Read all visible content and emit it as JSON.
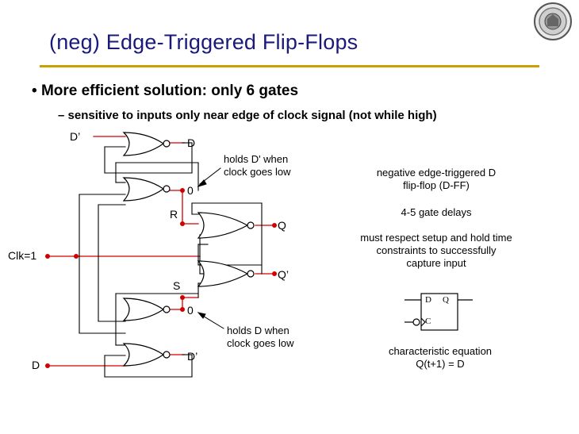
{
  "slide": {
    "title": "(neg) Edge-Triggered Flip-Flops",
    "bullet": "More efficient solution: only 6 gates",
    "sub_bullet": "sensitive to inputs only near edge of clock signal (not while high)"
  },
  "circuit": {
    "labels": {
      "d_prime_top": "D’",
      "d_top_out": "D",
      "zero_top": "0",
      "r": "R",
      "q": "Q",
      "clk": "Clk=1",
      "q_prime": "Q’",
      "s": "S",
      "zero_bottom": "0",
      "d_in": "D",
      "d_prime_bottom": "D’"
    },
    "annotations": {
      "holds_top": [
        "holds D' when",
        "clock goes low"
      ],
      "holds_bottom": [
        "holds D when",
        "clock goes low"
      ]
    }
  },
  "notes": {
    "description": [
      "negative edge-triggered D",
      "flip-flop (D-FF)"
    ],
    "delays": "4-5 gate delays",
    "constraints": [
      "must respect setup and hold time",
      "constraints to successfully",
      "capture input"
    ],
    "symbol": {
      "d": "D",
      "q": "Q",
      "clk": "C"
    },
    "equation_label": "characteristic equation",
    "equation": "Q(t+1) = D"
  },
  "colors": {
    "title": "#1a1a7a",
    "rule": "#c8a000",
    "wire_red": "#d00000"
  }
}
